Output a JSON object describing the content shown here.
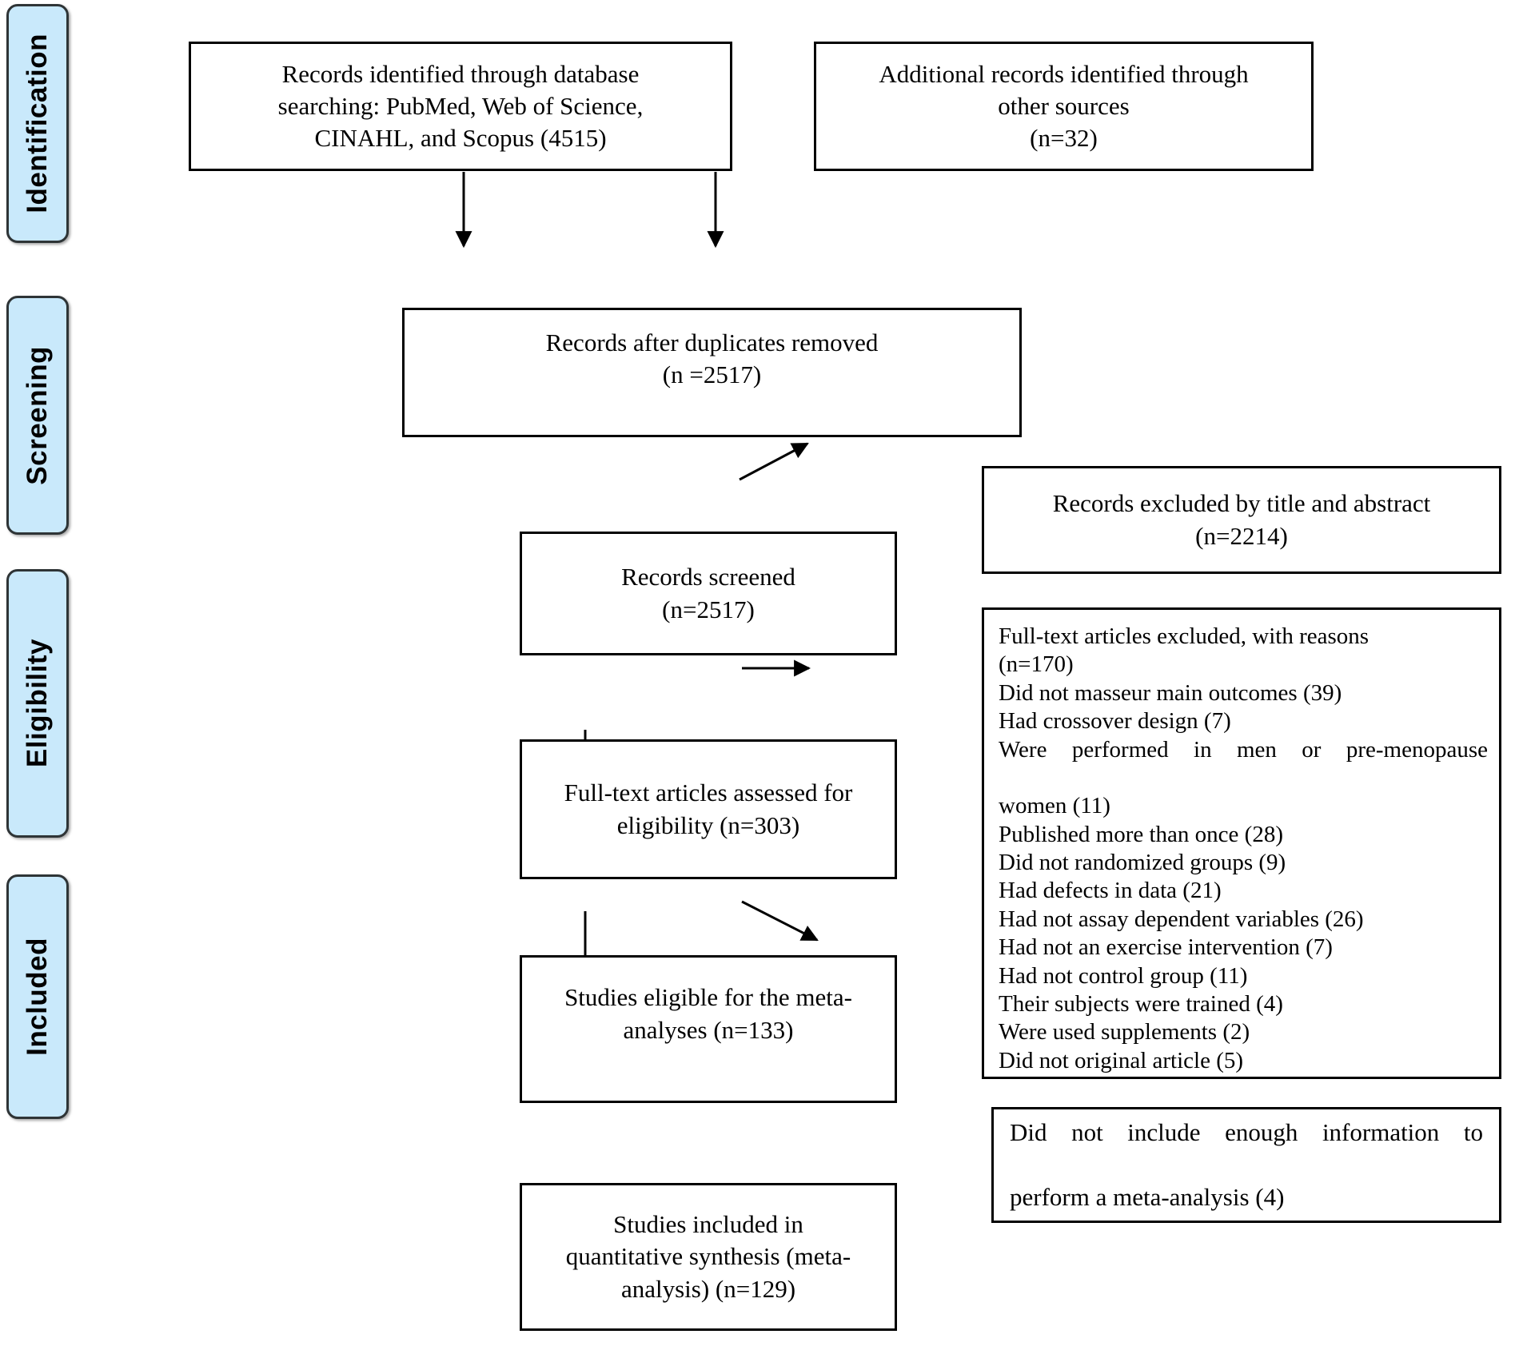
{
  "diagram": {
    "type": "prisma-flow-diagram",
    "stages": [
      {
        "id": "identification",
        "label": "Identification"
      },
      {
        "id": "screening",
        "label": "Screening"
      },
      {
        "id": "eligibility",
        "label": "Eligibility"
      },
      {
        "id": "included",
        "label": "Included"
      }
    ],
    "boxes": {
      "db_search": {
        "lines": [
          "Records identified through database",
          "searching: PubMed, Web of Science,",
          "CINAHL, and Scopus (4515)"
        ],
        "count": 4515
      },
      "other_sources": {
        "lines": [
          "Additional records identified through",
          "other sources",
          "(n=32)"
        ],
        "count": 32
      },
      "duplicates_removed": {
        "lines": [
          "Records after duplicates removed",
          "(n =2517)"
        ],
        "count": 2517
      },
      "records_screened": {
        "lines": [
          "Records screened",
          "(n=2517)"
        ],
        "count": 2517
      },
      "excluded_title_abstract": {
        "lines": [
          "Records excluded by title and abstract",
          "(n=2214)"
        ],
        "count": 2214
      },
      "fulltext_assessed": {
        "lines": [
          "Full-text articles assessed for",
          "eligibility (n=303)"
        ],
        "count": 303
      },
      "fulltext_excluded": {
        "heading": "Full-text articles excluded, with reasons",
        "total_line": "(n=170)",
        "total": 170,
        "reasons": [
          {
            "text": "Did not masseur main outcomes (39)",
            "n": 39
          },
          {
            "text": "Had crossover design (7)",
            "n": 7
          },
          {
            "text": "Were performed in men or pre-menopause",
            "n": null
          },
          {
            "text": "women (11)",
            "n": 11
          },
          {
            "text": "Published more than once (28)",
            "n": 28
          },
          {
            "text": "Did not randomized groups (9)",
            "n": 9
          },
          {
            "text": "Had defects in data (21)",
            "n": 21
          },
          {
            "text": "Had not assay dependent variables (26)",
            "n": 26
          },
          {
            "text": "Had not an exercise intervention (7)",
            "n": 7
          },
          {
            "text": "Had not control group (11)",
            "n": 11
          },
          {
            "text": "Their subjects were trained (4)",
            "n": 4
          },
          {
            "text": "Were used supplements (2)",
            "n": 2
          },
          {
            "text": "Did not original article (5)",
            "n": 5
          }
        ]
      },
      "studies_eligible": {
        "lines": [
          "Studies eligible for the meta-",
          "analyses (n=133)"
        ],
        "count": 133
      },
      "not_enough_info": {
        "lines": [
          "Did not include enough information to",
          "perform a meta-analysis (4)"
        ],
        "count": 4
      },
      "studies_included": {
        "lines": [
          "Studies included in",
          "quantitative synthesis (meta-",
          "analysis) (n=129)"
        ],
        "count": 129
      }
    },
    "colors": {
      "stage_pill_fill": "#c9e9fb",
      "stage_pill_border": "#2e3436",
      "box_border": "#000000",
      "background": "#ffffff",
      "text": "#000000"
    }
  }
}
